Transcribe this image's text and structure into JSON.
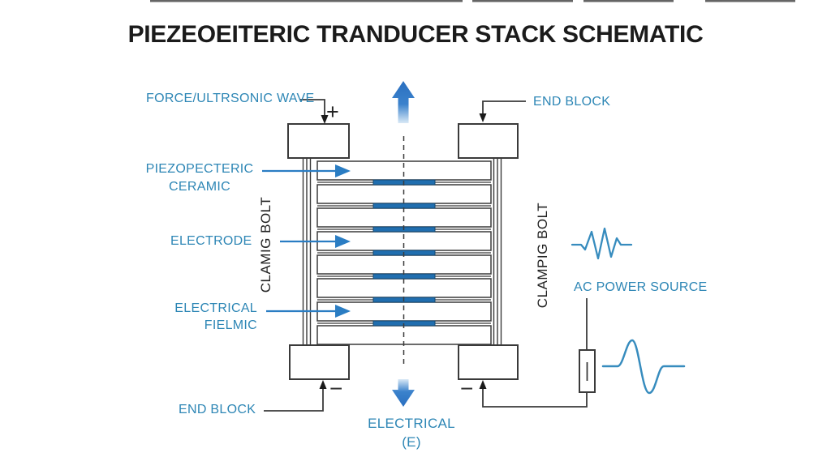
{
  "title": "PIEZEOEITERIC TRANDUCER STACK SCHEMATIC",
  "labels": {
    "force_wave": "FORCE/ULTRSONIC WAVE",
    "end_block_top": "END BLOCK",
    "piezo_line1": "PIEZOPECTERIC",
    "piezo_line2": "CERAMIC",
    "electrode": "ELECTRODE",
    "field_line1": "ELECTRICAL",
    "field_line2": "FIELMIC",
    "clamp_bolt_left": "CLAMIG BOLT",
    "clamp_bolt_right": "CLAMPIG BOLT",
    "ac_power_source": "AC POWER SOURCE",
    "end_block_bottom": "END BLOCK",
    "electrical_out_line1": "ELECTRICAL",
    "electrical_out_line2": "(E)"
  },
  "signs": {
    "plus": "+",
    "minus_left": "−",
    "minus_right": "−"
  },
  "stack": {
    "plates": 8,
    "electrodes": 7
  },
  "colors": {
    "label_teal": "#2d86b5",
    "line_dark": "#3a3a3a",
    "electrode_fill": "#206eaf",
    "electrode_border": "#16486f",
    "arrow_blue": "#2a7dc3",
    "arrow_gradient_solid": "#2a6fc0",
    "arrow_gradient_light": "#d9e9f6",
    "waveform_blue": "#378cbe",
    "title_black": "#1b1b1b",
    "background": "#ffffff"
  }
}
